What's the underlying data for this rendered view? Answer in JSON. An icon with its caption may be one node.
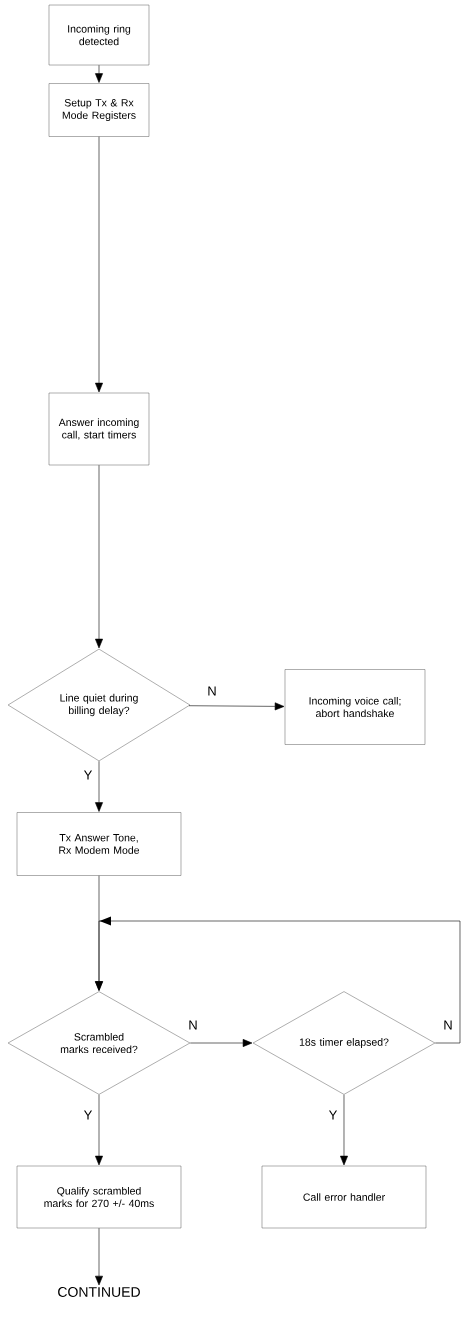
{
  "diagram": {
    "nodes": [
      {
        "text": [
          "Incoming ring detected"
        ]
      },
      {
        "text": [
          "Setup Tx & Rx Mode Registers"
        ]
      },
      {
        "text": [
          "Answer incoming call, start timers"
        ]
      },
      {
        "text": [
          "Line quiet during billing delay?"
        ]
      },
      {
        "text": [
          "Incoming voice call; abort handshake"
        ]
      },
      {
        "text": [
          "Tx Answer Tone, Rx Modem Mode"
        ]
      },
      {
        "text": [
          "Scrambled marks received?"
        ]
      },
      {
        "text": [
          "18s timer elapsed?"
        ]
      },
      {
        "text": [
          "Qualify scrambled marks for 270 +/- 40ms"
        ]
      },
      {
        "text": [
          "Call error handler"
        ]
      },
      {
        "text": [
          "CONTINUED"
        ]
      }
    ],
    "edges": [
      {
        "from": 0,
        "to": 1,
        "arrow": "to"
      },
      {
        "from": 1,
        "to": 2,
        "arrow": "to"
      },
      {
        "from": 2,
        "to": 3,
        "arrow": "to"
      },
      {
        "from": 3,
        "to": 4,
        "arrow": "to",
        "label": "N"
      },
      {
        "from": 3,
        "to": 5,
        "arrow": "to",
        "label": "Y"
      },
      {
        "from": 5,
        "to": 6,
        "arrow": "to"
      },
      {
        "from": 6,
        "to": 7,
        "arrow": "to",
        "label": "N"
      },
      {
        "from": 6,
        "to": 8,
        "arrow": "to",
        "label": "Y"
      },
      {
        "from": 7,
        "to": 9,
        "arrow": "to",
        "label": "Y"
      },
      {
        "from": 7,
        "to": 6,
        "arrow": "to",
        "label": "N"
      },
      {
        "from": 8,
        "to": 10,
        "arrow": "to"
      }
    ]
  }
}
